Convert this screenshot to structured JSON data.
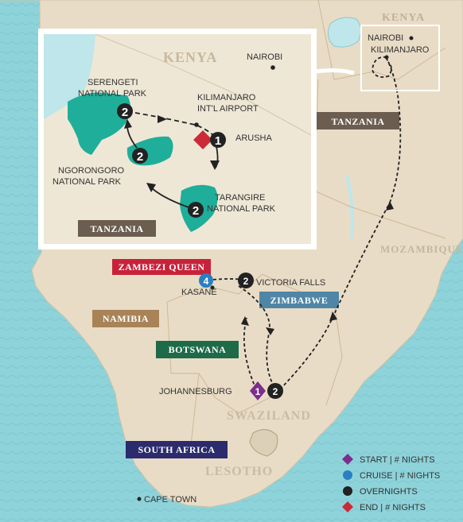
{
  "colors": {
    "ocean": "#8fd3da",
    "land": "#e9dcc6",
    "inset_land": "#efe7d6",
    "park": "#1fae9a",
    "water": "#bfe6ea",
    "route": "#222222",
    "start": "#7b2e8e",
    "cruise": "#2a7fc2",
    "overnight": "#222222",
    "end": "#cc2a36",
    "zambezi_badge": "#c8223b",
    "zimbabwe_badge": "#4f86a6",
    "namibia_badge": "#a88357",
    "botswana_badge": "#1d6b48",
    "tanzania_badge": "#6b5d4f",
    "south_africa_badge": "#2b2b6d"
  },
  "main_map": {
    "countries": {
      "kenya": "KENYA",
      "tanzania": "TANZANIA",
      "mozambique": "MOZAMBIQUE",
      "zimbabwe": "ZIMBABWE",
      "namibia": "NAMIBIA",
      "botswana": "BOTSWANA",
      "swaziland": "SWAZILAND",
      "south_africa": "SOUTH AFRICA",
      "lesotho": "LESOTHO"
    },
    "badges": {
      "zambezi_queen": "ZAMBEZI QUEEN"
    },
    "cities": {
      "nairobi": "NAIROBI",
      "kilimanjaro": "KILIMANJARO",
      "victoria_falls": "VICTORIA FALLS",
      "kasane": "KASANE",
      "johannesburg": "JOHANNESBURG",
      "cape_town": "CAPE TOWN"
    },
    "markers": {
      "kasane_cruise": "4",
      "victoria_falls_nights": "2",
      "johannesburg_start": "1",
      "johannesburg_nights": "2"
    }
  },
  "inset_map": {
    "countries": {
      "kenya": "KENYA",
      "tanzania": "TANZANIA"
    },
    "places": {
      "nairobi": "NAIROBI",
      "serengeti_1": "SERENGETI",
      "serengeti_2": "NATIONAL PARK",
      "kilimanjaro_1": "KILIMANJARO",
      "kilimanjaro_2": "INT'L AIRPORT",
      "arusha": "ARUSHA",
      "ngorongoro_1": "NGORONGORO",
      "ngorongoro_2": "NATIONAL PARK",
      "tarangire_1": "TARANGIRE",
      "tarangire_2": "NATIONAL PARK"
    },
    "markers": {
      "serengeti_nights": "2",
      "arusha_end": "1",
      "ngorongoro_nights": "2",
      "tarangire_nights": "2"
    }
  },
  "legend": {
    "start": "START | # NIGHTS",
    "cruise": "CRUISE | # NIGHTS",
    "overnights": "OVERNIGHTS",
    "end": "END | # NIGHTS"
  }
}
